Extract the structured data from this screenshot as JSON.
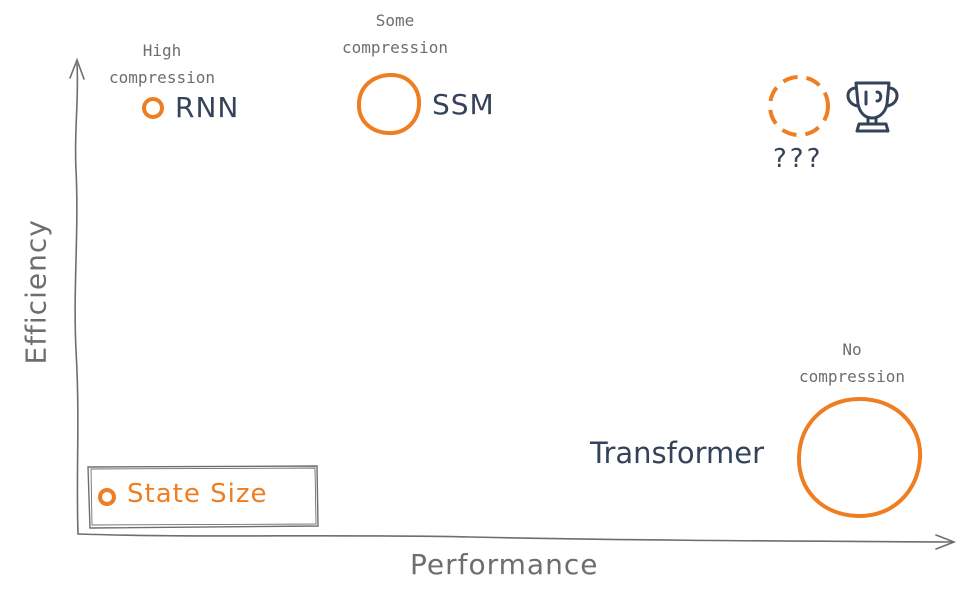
{
  "colors": {
    "accent": "#ef7d22",
    "label": "#34435a",
    "axis": "#6e6e6e"
  },
  "axes": {
    "x_label": "Performance",
    "y_label": "Efficiency"
  },
  "legend": {
    "label": "State Size"
  },
  "models": {
    "rnn": {
      "name": "RNN",
      "note_line1": "High",
      "note_line2": "compression"
    },
    "ssm": {
      "name": "SSM",
      "note_line1": "Some",
      "note_line2": "compression"
    },
    "transformer": {
      "name": "Transformer",
      "note_line1": "No",
      "note_line2": "compression"
    },
    "unknown": {
      "name": "???",
      "icon": "trophy-icon"
    }
  }
}
